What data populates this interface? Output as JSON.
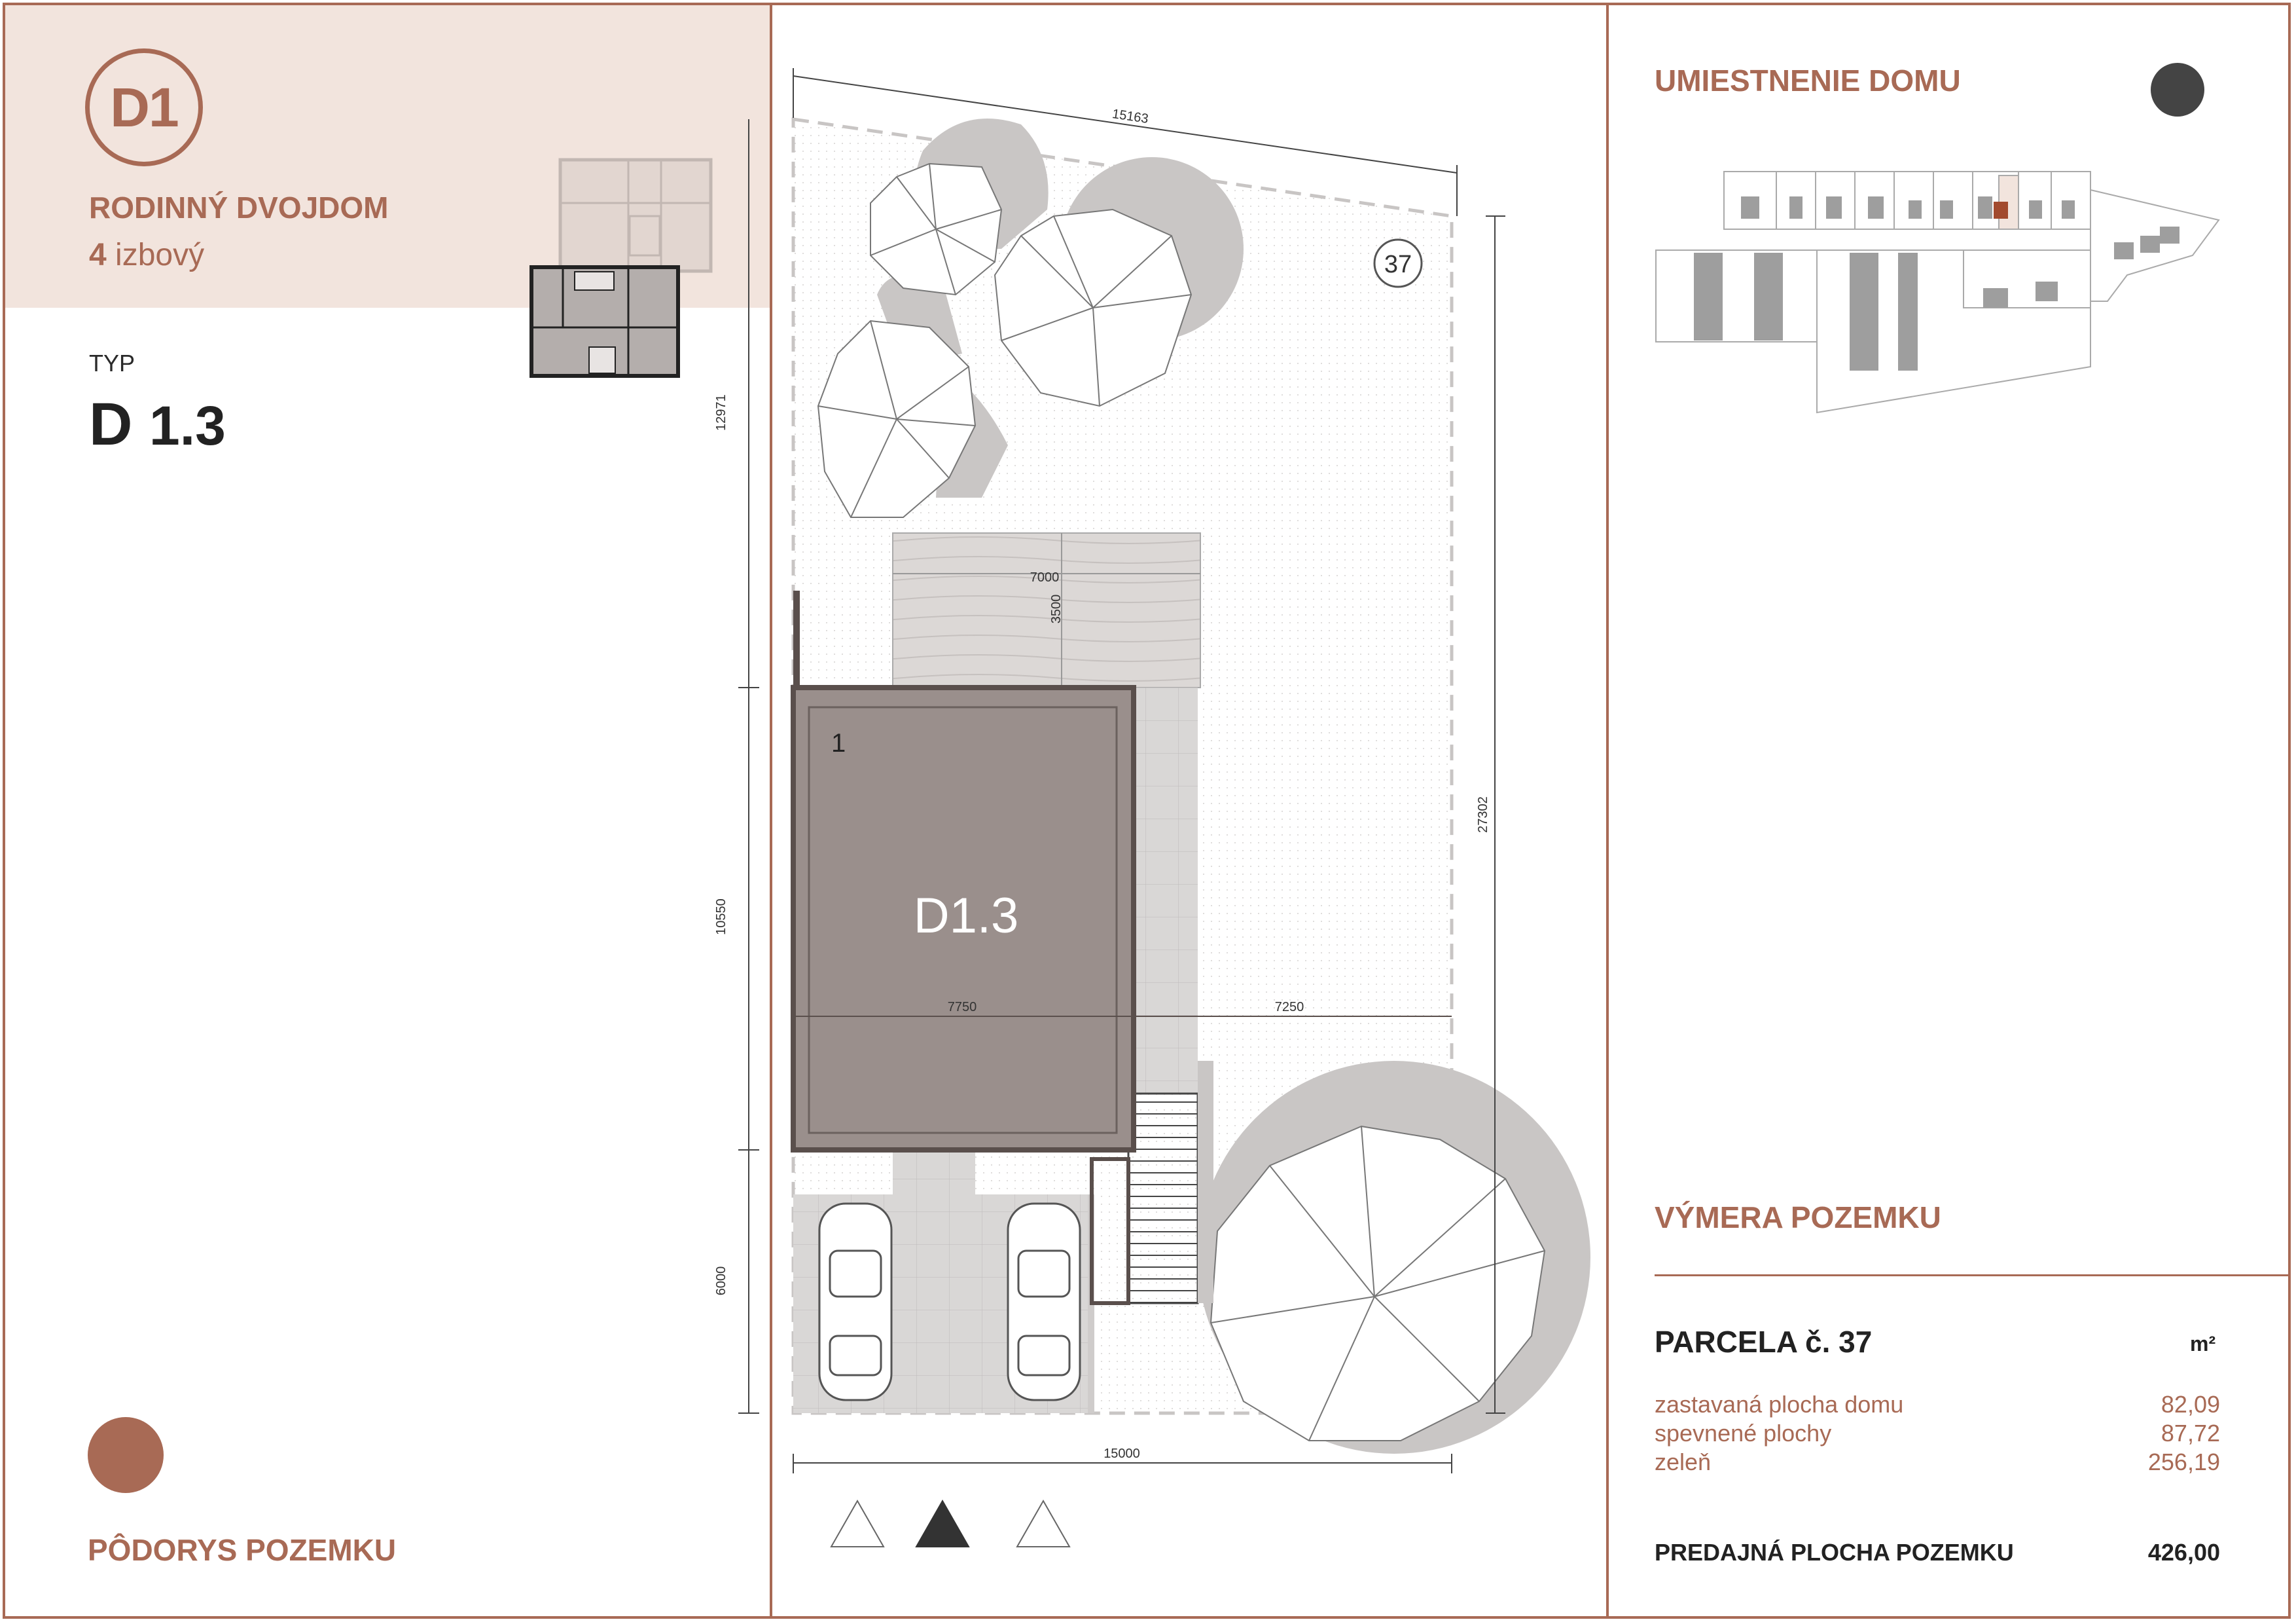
{
  "header": {
    "badge": "D1",
    "subtitle": "RODINNÝ DVOJDOM",
    "rooms_number": "4",
    "rooms_text": "izbový",
    "type_label": "TYP",
    "type_letter": "D",
    "type_number": "1.3"
  },
  "plan": {
    "title": "PÔDORYS POZEMKU",
    "house_label": "D1.3",
    "room_number": "1",
    "parcel_number": "37",
    "dims": {
      "top": "15163",
      "bottom": "15000",
      "left_top": "12971",
      "left_mid": "10550",
      "left_bottom": "6000",
      "right": "27302",
      "house_width": "7750",
      "garden_width": "7250",
      "terrace_width": "7000",
      "terrace_depth": "3500"
    }
  },
  "location": {
    "title": "UMIESTNENIE DOMU"
  },
  "area": {
    "title": "VÝMERA POZEMKU",
    "parcel_label": "PARCELA č.",
    "parcel_number": "37",
    "unit": "m²",
    "rows": [
      {
        "label": "zastavaná plocha domu",
        "value": "82,09"
      },
      {
        "label": "spevnené plochy",
        "value": "87,72"
      },
      {
        "label": "zeleň",
        "value": "256,19"
      }
    ],
    "total_label": "PREDAJNÁ PLOCHA POZEMKU",
    "total_value": "426,00"
  },
  "colors": {
    "accent": "#a86a55",
    "pink_bg": "#f2e4dd",
    "house_fill": "#9a8f8c",
    "house_outline": "#5a4f4c",
    "paving": "#d8d6d5",
    "tree_shadow": "#c9c6c5"
  }
}
